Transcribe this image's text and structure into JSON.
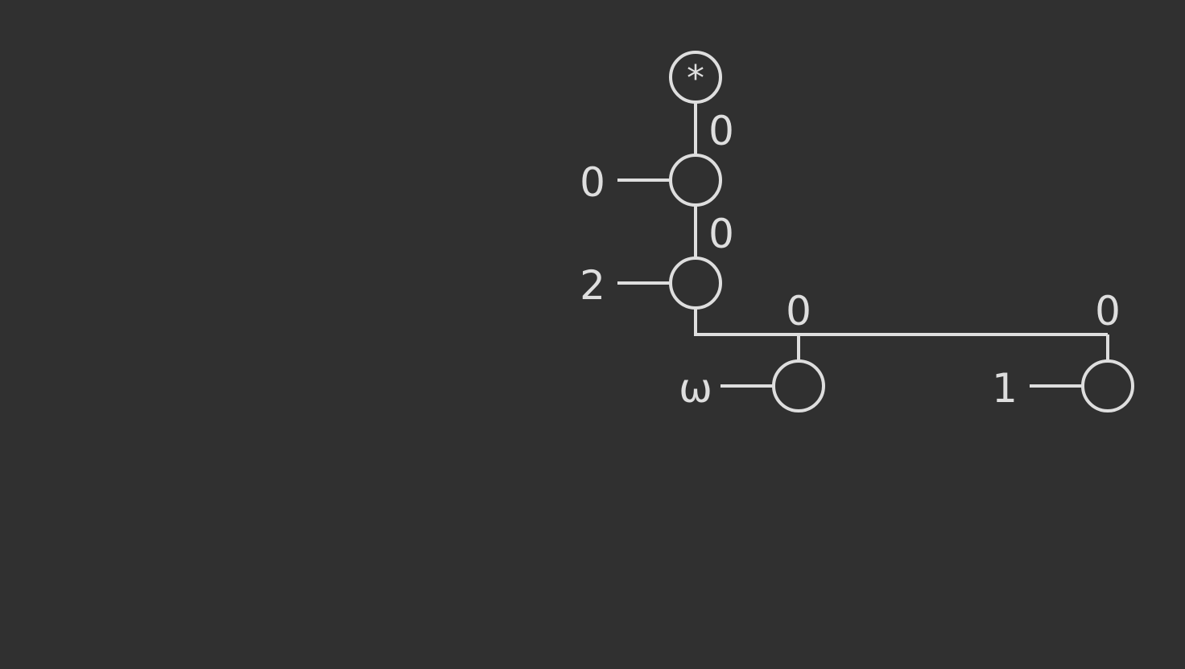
{
  "colors": {
    "background": "#303030",
    "stroke": "#dedede"
  },
  "tree": {
    "root": {
      "symbol": "*"
    },
    "nodes": [
      {
        "id": "n1",
        "side_label": "0",
        "edge_label": "0"
      },
      {
        "id": "n2",
        "side_label": "2",
        "edge_label": "0"
      },
      {
        "id": "n3",
        "side_label": "ω",
        "edge_label": "0"
      },
      {
        "id": "n4",
        "side_label": "1",
        "edge_label": "0"
      }
    ]
  }
}
